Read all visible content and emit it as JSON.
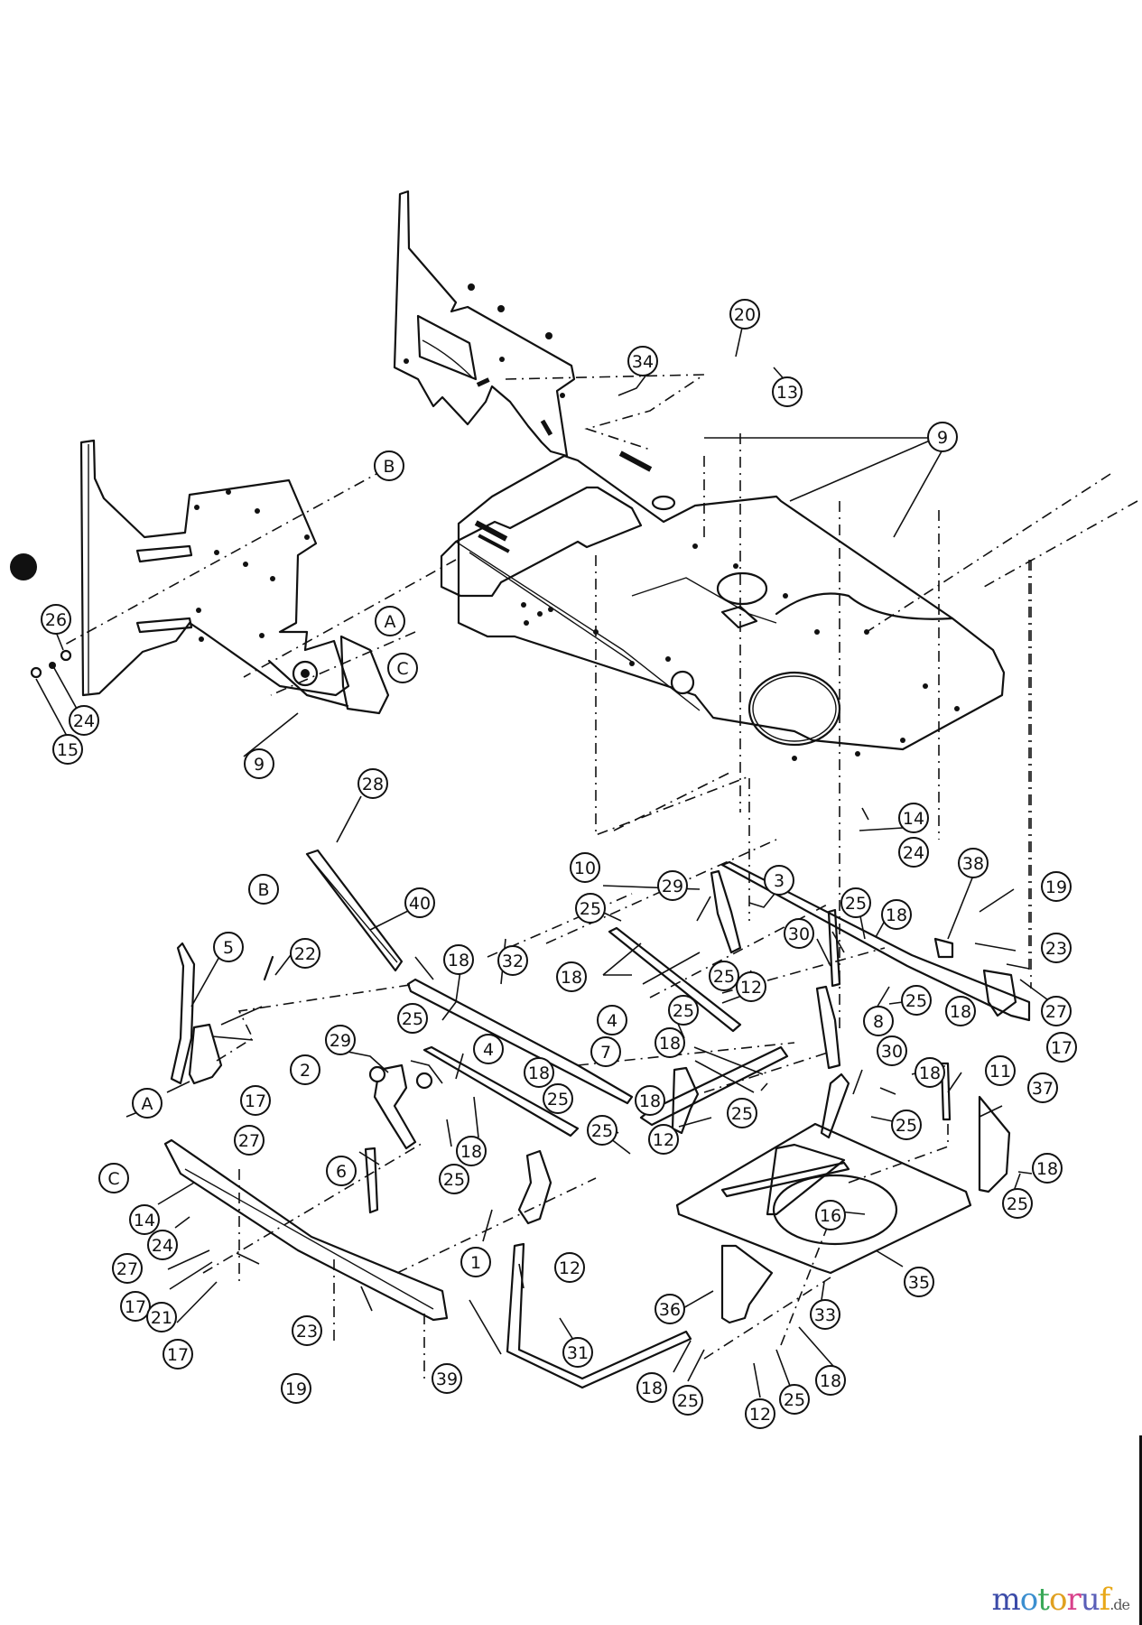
{
  "diagram": {
    "title": "Exploded parts diagram – frame and deck lift linkage",
    "callouts": [
      {
        "id": "c-B-top",
        "label": "B"
      },
      {
        "id": "c-A-top",
        "label": "A"
      },
      {
        "id": "c-C-top",
        "label": "C"
      },
      {
        "id": "c-26",
        "label": "26"
      },
      {
        "id": "c-24-left",
        "label": "24"
      },
      {
        "id": "c-15",
        "label": "15"
      },
      {
        "id": "c-9-left",
        "label": "9"
      },
      {
        "id": "c-34",
        "label": "34"
      },
      {
        "id": "c-20",
        "label": "20"
      },
      {
        "id": "c-13",
        "label": "13"
      },
      {
        "id": "c-9-right",
        "label": "9"
      },
      {
        "id": "c-28",
        "label": "28"
      },
      {
        "id": "c-B-mid",
        "label": "B"
      },
      {
        "id": "c-40",
        "label": "40"
      },
      {
        "id": "c-5",
        "label": "5"
      },
      {
        "id": "c-22",
        "label": "22"
      },
      {
        "id": "c-A-mid",
        "label": "A"
      },
      {
        "id": "c-18-a",
        "label": "18"
      },
      {
        "id": "c-32",
        "label": "32"
      },
      {
        "id": "c-25-a",
        "label": "25"
      },
      {
        "id": "c-29-a",
        "label": "29"
      },
      {
        "id": "c-2",
        "label": "2"
      },
      {
        "id": "c-4-a",
        "label": "4"
      },
      {
        "id": "c-17-a",
        "label": "17"
      },
      {
        "id": "c-27-a",
        "label": "27"
      },
      {
        "id": "c-C-mid",
        "label": "C"
      },
      {
        "id": "c-6",
        "label": "6"
      },
      {
        "id": "c-25-b",
        "label": "25"
      },
      {
        "id": "c-18-b",
        "label": "18"
      },
      {
        "id": "c-14-a",
        "label": "14"
      },
      {
        "id": "c-24-a",
        "label": "24"
      },
      {
        "id": "c-27-b",
        "label": "27"
      },
      {
        "id": "c-17-b",
        "label": "17"
      },
      {
        "id": "c-21",
        "label": "21"
      },
      {
        "id": "c-17-c",
        "label": "17"
      },
      {
        "id": "c-23-a",
        "label": "23"
      },
      {
        "id": "c-19-a",
        "label": "19"
      },
      {
        "id": "c-39",
        "label": "39"
      },
      {
        "id": "c-10",
        "label": "10"
      },
      {
        "id": "c-29-b",
        "label": "29"
      },
      {
        "id": "c-25-c",
        "label": "25"
      },
      {
        "id": "c-3",
        "label": "3"
      },
      {
        "id": "c-30-a",
        "label": "30"
      },
      {
        "id": "c-25-d",
        "label": "25"
      },
      {
        "id": "c-18-c",
        "label": "18"
      },
      {
        "id": "c-18-d",
        "label": "18"
      },
      {
        "id": "c-25-e",
        "label": "25"
      },
      {
        "id": "c-12-a",
        "label": "12"
      },
      {
        "id": "c-4-b",
        "label": "4"
      },
      {
        "id": "c-25-f",
        "label": "25"
      },
      {
        "id": "c-7",
        "label": "7"
      },
      {
        "id": "c-18-e",
        "label": "18"
      },
      {
        "id": "c-8",
        "label": "8"
      },
      {
        "id": "c-25-g",
        "label": "25"
      },
      {
        "id": "c-18-f",
        "label": "18"
      },
      {
        "id": "c-25-h",
        "label": "25"
      },
      {
        "id": "c-18-g",
        "label": "18"
      },
      {
        "id": "c-25-i",
        "label": "25"
      },
      {
        "id": "c-12-b",
        "label": "12"
      },
      {
        "id": "c-30-b",
        "label": "30"
      },
      {
        "id": "c-18-h",
        "label": "18"
      },
      {
        "id": "c-25-j",
        "label": "25"
      },
      {
        "id": "c-1",
        "label": "1"
      },
      {
        "id": "c-18-i",
        "label": "18"
      },
      {
        "id": "c-25-k",
        "label": "25"
      },
      {
        "id": "c-12-c",
        "label": "12"
      },
      {
        "id": "c-31",
        "label": "31"
      },
      {
        "id": "c-14-b",
        "label": "14"
      },
      {
        "id": "c-24-b",
        "label": "24"
      },
      {
        "id": "c-38",
        "label": "38"
      },
      {
        "id": "c-19-b",
        "label": "19"
      },
      {
        "id": "c-23-b",
        "label": "23"
      },
      {
        "id": "c-27-c",
        "label": "27"
      },
      {
        "id": "c-17-d",
        "label": "17"
      },
      {
        "id": "c-11",
        "label": "11"
      },
      {
        "id": "c-37",
        "label": "37"
      },
      {
        "id": "c-18-j",
        "label": "18"
      },
      {
        "id": "c-25-l",
        "label": "25"
      },
      {
        "id": "c-16",
        "label": "16"
      },
      {
        "id": "c-35",
        "label": "35"
      },
      {
        "id": "c-36",
        "label": "36"
      },
      {
        "id": "c-33",
        "label": "33"
      },
      {
        "id": "c-18-k",
        "label": "18"
      },
      {
        "id": "c-25-m",
        "label": "25"
      },
      {
        "id": "c-12-d",
        "label": "12"
      },
      {
        "id": "c-25-n",
        "label": "25"
      },
      {
        "id": "c-18-l",
        "label": "18"
      }
    ]
  },
  "watermark": {
    "brand_letters": [
      {
        "char": "m",
        "color": "#3b4ba8"
      },
      {
        "char": "o",
        "color": "#3b8fd0"
      },
      {
        "char": "t",
        "color": "#3aa858"
      },
      {
        "char": "o",
        "color": "#e0a020"
      },
      {
        "char": "r",
        "color": "#d8408a"
      },
      {
        "char": "u",
        "color": "#5a5fb8"
      },
      {
        "char": "f",
        "color": "#e8a818"
      }
    ],
    "suffix": ".de"
  }
}
